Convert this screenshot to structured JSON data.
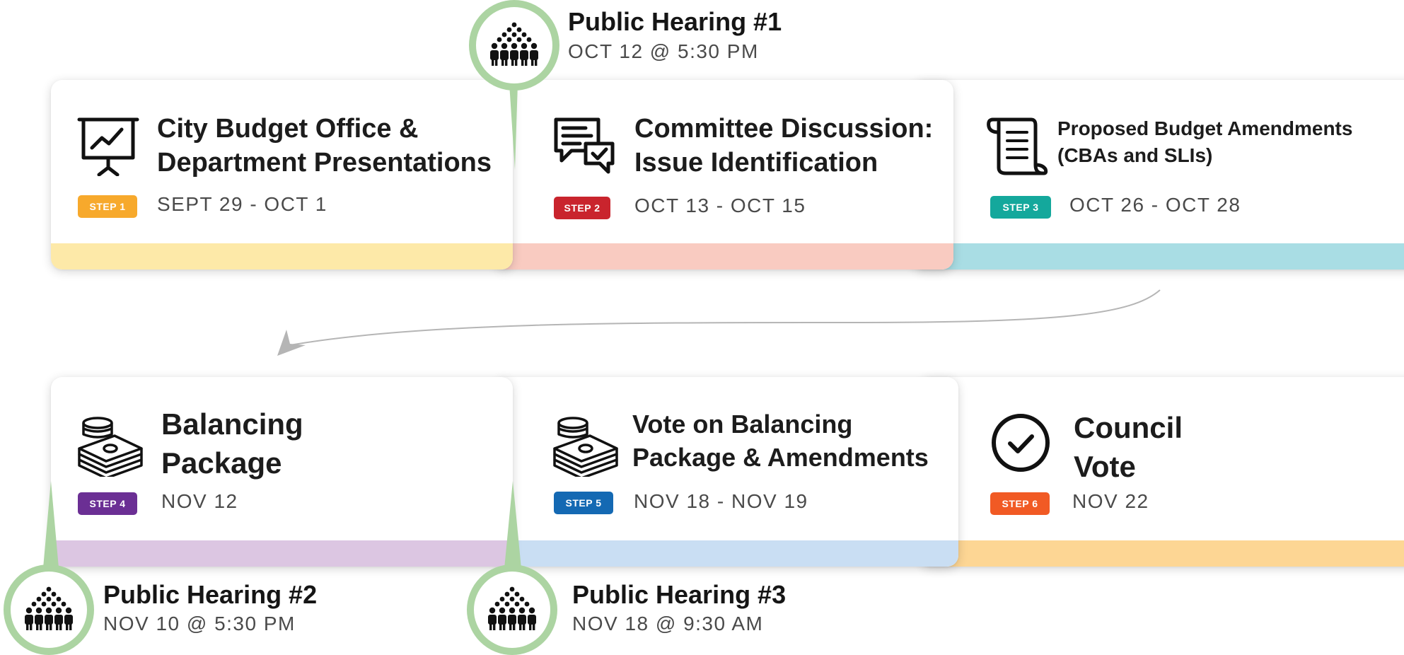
{
  "steps": [
    {
      "title": "City Budget Office &\nDepartment Presentations",
      "badge": "STEP 1",
      "dates": "SEPT 29 - OCT 1",
      "badge_color": "#f7a92c",
      "bar_color": "#fde9a8",
      "icon": "presentation-board-icon"
    },
    {
      "title": "Committee Discussion:\nIssue Identification",
      "badge": "STEP 2",
      "dates": "OCT 13 - OCT 15",
      "badge_color": "#c9242d",
      "bar_color": "#f9cbc1",
      "icon": "chat-bubbles-check-icon"
    },
    {
      "title": "Proposed Budget Amendments\n(CBAs and SLIs)",
      "badge": "STEP 3",
      "dates": "OCT 26 - OCT 28",
      "badge_color": "#14a89c",
      "bar_color": "#a9dde4",
      "icon": "scroll-document-icon"
    },
    {
      "title": "Balancing\nPackage",
      "badge": "STEP 4",
      "dates": "NOV 12",
      "badge_color": "#6b2f94",
      "bar_color": "#dcc6e2",
      "icon": "money-stack-icon"
    },
    {
      "title": "Vote on Balancing\nPackage & Amendments",
      "badge": "STEP 5",
      "dates": "NOV 18 - NOV 19",
      "badge_color": "#1469b3",
      "bar_color": "#c9def3",
      "icon": "money-stack-icon"
    },
    {
      "title": "Council\nVote",
      "badge": "STEP 6",
      "dates": "NOV 22",
      "badge_color": "#f15a24",
      "bar_color": "#fdd694",
      "icon": "check-circle-icon"
    }
  ],
  "hearings": [
    {
      "title": "Public Hearing #1",
      "date": "OCT 12 @ 5:30 PM",
      "icon": "crowd-icon"
    },
    {
      "title": "Public Hearing #2",
      "date": "NOV 10 @ 5:30 PM",
      "icon": "crowd-icon"
    },
    {
      "title": "Public Hearing #3",
      "date": "NOV 18 @ 9:30 AM",
      "icon": "crowd-icon"
    }
  ],
  "colors": {
    "hearing_ring": "#acd4a2",
    "connector_arrow": "#b5b5b5"
  }
}
